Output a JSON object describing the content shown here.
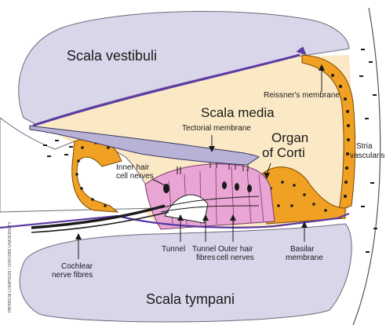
{
  "labels": {
    "scala_vestibuli": "Scala vestibuli",
    "reissner": "Reissner's membrane",
    "scala_media": "Scala media",
    "tectorial": "Tectorial membrane",
    "organ_1": "Organ",
    "organ_2": "of Corti",
    "stria_1": "Stria",
    "stria_2": "vascularis",
    "inner_hair_1": "Inner hair",
    "inner_hair_2": "cell nerves",
    "tunnel": "Tunnel",
    "tunnel_fibres_1": "Tunnel",
    "tunnel_fibres_2": "fibres",
    "outer_hair_1": "Outer hair",
    "outer_hair_2": "cell nerves",
    "basilar_1": "Basilar",
    "basilar_2": "membrane",
    "cochlear_1": "Cochlear",
    "cochlear_2": "nerve fibres",
    "scala_tympani": "Scala tympani"
  },
  "credit": "PATRICIA LOMPSON / OXFORD UNIVERSITY",
  "colors": {
    "scala_fill": "#d9d6ea",
    "media_fill": "#fbe9c6",
    "membrane_purple": "#5b3aa4",
    "cell_orange": "#f0a022",
    "corti_pink": "#e9a6d4",
    "tectorial_fill": "#b8b3d6",
    "bone_fill": "#ffffff"
  }
}
